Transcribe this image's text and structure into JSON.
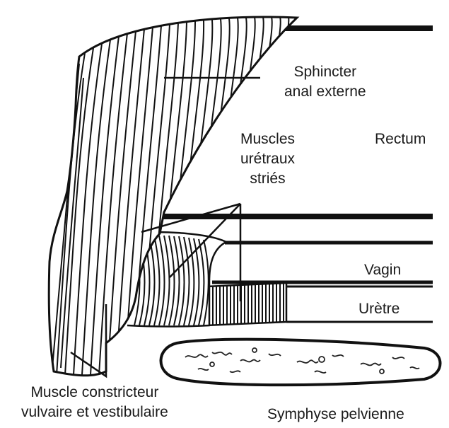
{
  "labels": {
    "sphincter": [
      "Sphincter",
      "anal externe"
    ],
    "rectum": "Rectum",
    "muscles_uretraux": [
      "Muscles",
      "urétraux",
      "striés"
    ],
    "vagin": "Vagin",
    "uretre": "Urètre",
    "constricteur": [
      "Muscle constricteur",
      "vulvaire et vestibulaire"
    ],
    "symphyse": "Symphyse pelvienne"
  },
  "colors": {
    "ink": "#111111",
    "paper": "#ffffff"
  }
}
